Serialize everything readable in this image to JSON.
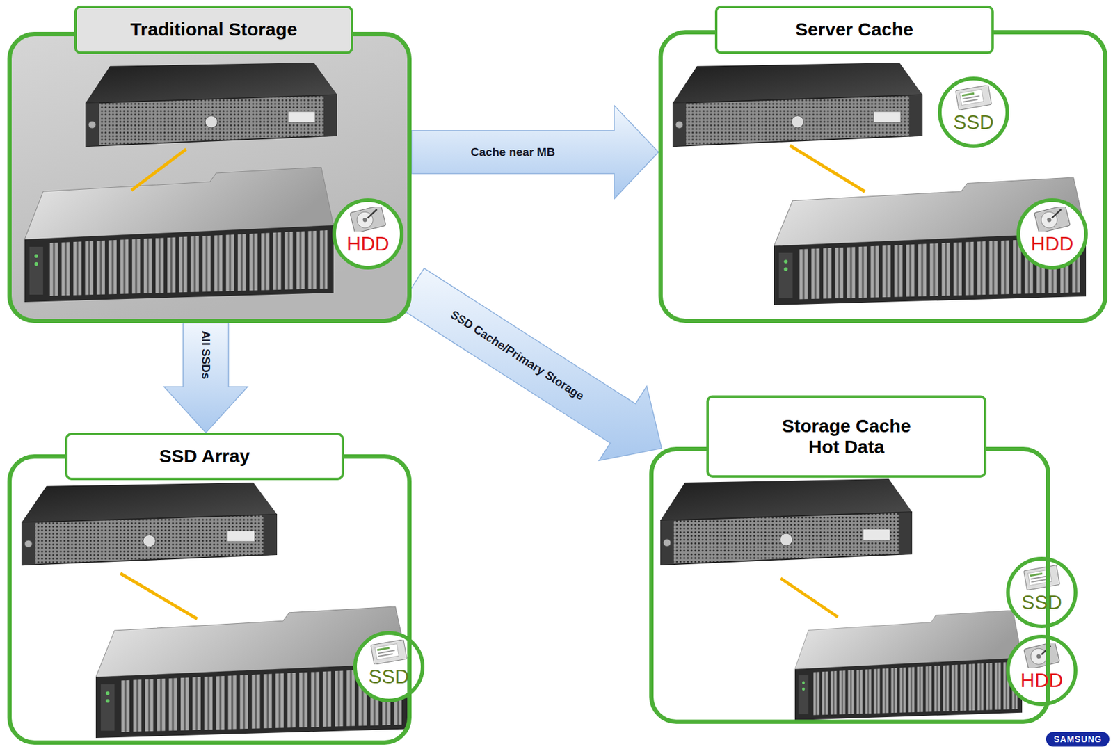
{
  "diagram": {
    "nodes": [
      {
        "text": [
          "Traditional Storage"
        ]
      },
      {
        "text": [
          "HDD"
        ],
        "in": 0
      },
      {
        "text": [
          "Server Cache"
        ]
      },
      {
        "text": [
          "SSD"
        ],
        "in": 2
      },
      {
        "text": [
          "HDD"
        ],
        "in": 2
      },
      {
        "text": [
          "SSD Array"
        ]
      },
      {
        "text": [
          "SSD"
        ],
        "in": 5
      },
      {
        "text": [
          "Storage Cache Hot Data"
        ]
      },
      {
        "text": [
          "SSD"
        ],
        "in": 7
      },
      {
        "text": [
          "HDD"
        ],
        "in": 7
      }
    ],
    "edges": [
      {
        "from": 0,
        "to": 2,
        "arrow": "to",
        "label": "Cache near MB"
      },
      {
        "from": 0,
        "to": 5,
        "arrow": "to",
        "label": "All SSDs"
      },
      {
        "from": 0,
        "to": 7,
        "arrow": "to",
        "label": "SSD Cache/Primary Storage"
      }
    ],
    "labels": [
      "SAMSUNG"
    ]
  }
}
